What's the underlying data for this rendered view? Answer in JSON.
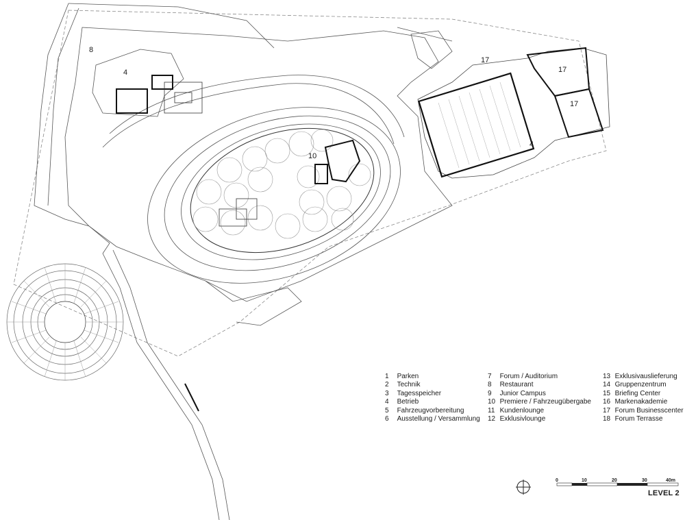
{
  "legend": {
    "col1": [
      {
        "num": "1",
        "label": "Parken"
      },
      {
        "num": "2",
        "label": "Technik"
      },
      {
        "num": "3",
        "label": "Tagesspeicher"
      },
      {
        "num": "4",
        "label": "Betrieb"
      },
      {
        "num": "5",
        "label": "Fahrzeugvorbereitung"
      },
      {
        "num": "6",
        "label": "Ausstellung / Versammlung"
      }
    ],
    "col2": [
      {
        "num": "7",
        "label": "Forum / Auditorium"
      },
      {
        "num": "8",
        "label": "Restaurant"
      },
      {
        "num": "9",
        "label": "Junior Campus"
      },
      {
        "num": "10",
        "label": "Premiere / Fahrzeugübergabe"
      },
      {
        "num": "11",
        "label": "Kundenlounge"
      },
      {
        "num": "12",
        "label": "Exklusivlounge"
      }
    ],
    "col3": [
      {
        "num": "13",
        "label": "Exklusivauslieferung"
      },
      {
        "num": "14",
        "label": "Gruppenzentrum"
      },
      {
        "num": "15",
        "label": "Briefing Center"
      },
      {
        "num": "16",
        "label": "Markenakademie"
      },
      {
        "num": "17",
        "label": "Forum Businesscenter"
      },
      {
        "num": "18",
        "label": "Forum Terrasse"
      }
    ]
  },
  "rooms": {
    "r8": "8",
    "r4a": "4",
    "r10": "10",
    "r17a": "17",
    "r17b": "17",
    "r17c": "17",
    "r4b": "4"
  },
  "scale": {
    "ticks": [
      "0",
      "10",
      "20",
      "30",
      "40m"
    ]
  },
  "level_title": "LEVEL 2"
}
